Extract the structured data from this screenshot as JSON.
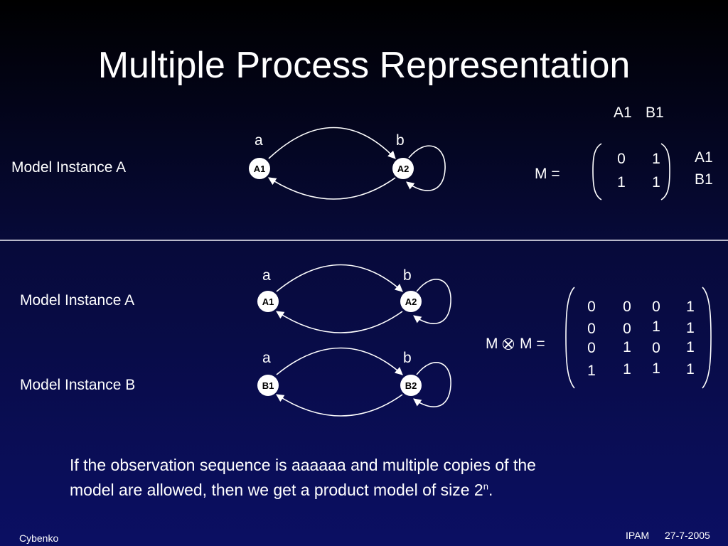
{
  "title": "Multiple Process Representation",
  "top_section": {
    "model_label": "Model Instance A",
    "edge_labels": {
      "a": "a",
      "b": "b"
    },
    "nodes": {
      "left": "A1",
      "right": "A2"
    },
    "matrix": {
      "label": "M =",
      "col_headers": [
        "A1",
        "B1"
      ],
      "row_labels": [
        "A1",
        "B1"
      ],
      "rows": [
        [
          "0",
          "1"
        ],
        [
          "1",
          "1"
        ]
      ]
    }
  },
  "bottom_section": {
    "model_a_label": "Model Instance A",
    "model_b_label": "Model Instance B",
    "edge_labels_a": {
      "a": "a",
      "b": "b"
    },
    "edge_labels_b": {
      "a": "a",
      "b": "b"
    },
    "nodes_a": {
      "left": "A1",
      "right": "A2"
    },
    "nodes_b": {
      "left": "B1",
      "right": "B2"
    },
    "product": {
      "left": "M",
      "right": "M =",
      "rows": [
        [
          "0",
          "0",
          "0",
          "1"
        ],
        [
          "0",
          "0",
          "1",
          "1"
        ],
        [
          "0",
          "1",
          "0",
          "1"
        ],
        [
          "1",
          "1",
          "1",
          "1"
        ]
      ]
    }
  },
  "caption": {
    "line1": "If the observation sequence is aaaaaa and multiple copies of the",
    "line2": "model are allowed, then we get a product model of size 2",
    "sup": "n",
    "end": "."
  },
  "footer": {
    "author": "Cybenko",
    "venue": "IPAM",
    "date": "27-7-2005"
  }
}
